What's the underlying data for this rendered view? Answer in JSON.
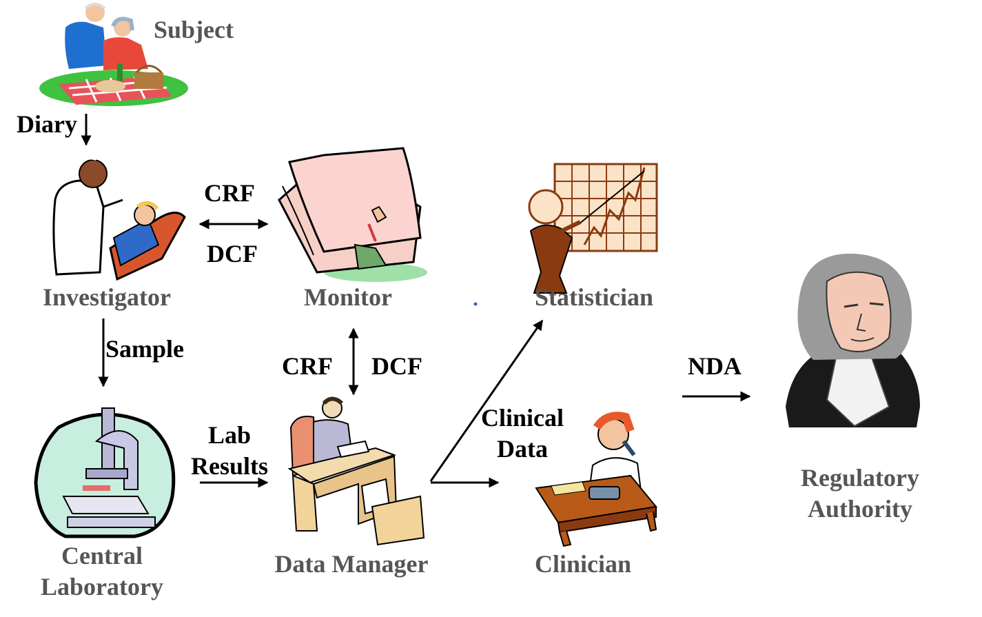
{
  "roles": {
    "subject": "Subject",
    "investigator": "Investigator",
    "monitor": "Monitor",
    "statistician": "Statistician",
    "central_lab_line1": "Central",
    "central_lab_line2": "Laboratory",
    "data_manager": "Data Manager",
    "clinician": "Clinician",
    "regulatory_line1": "Regulatory",
    "regulatory_line2": "Authority"
  },
  "flows": {
    "diary": "Diary",
    "crf_top": "CRF",
    "dcf_top": "DCF",
    "sample": "Sample",
    "crf_mid": "CRF",
    "dcf_mid": "DCF",
    "lab_results_line1": "Lab",
    "lab_results_line2": "Results",
    "clinical_data_line1": "Clinical",
    "clinical_data_line2": "Data",
    "nda": "NDA"
  }
}
